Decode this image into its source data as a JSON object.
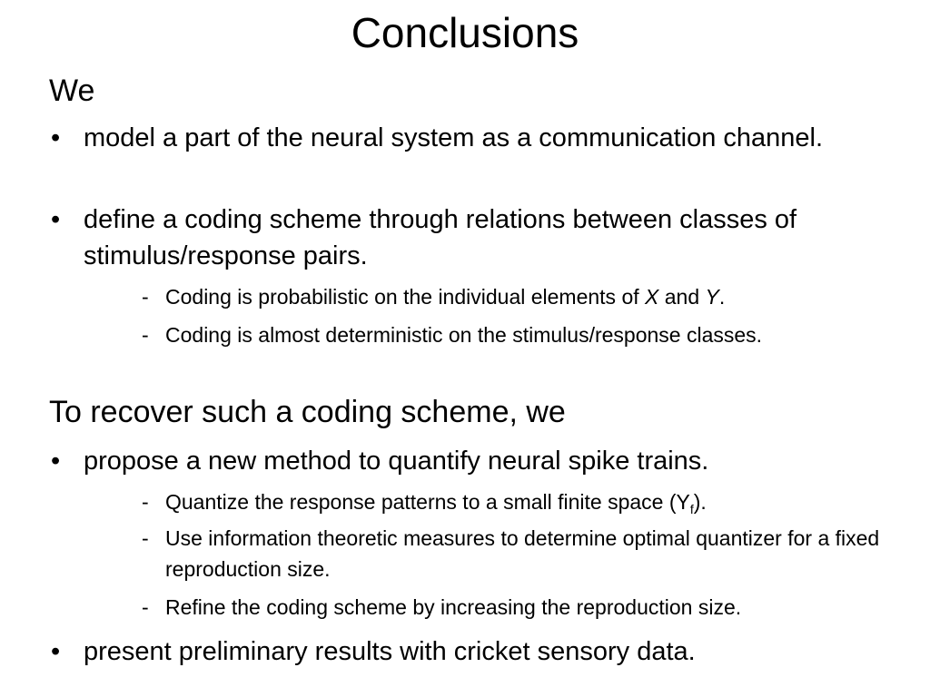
{
  "slide": {
    "title": "Conclusions",
    "section1": {
      "heading": "We",
      "bullets": [
        {
          "mark": "•",
          "text": "model a part of the neural system as a communication channel."
        },
        {
          "mark": "•",
          "text": "define a coding scheme through relations between classes of stimulus/response pairs."
        }
      ],
      "subbullets": [
        {
          "mark": "-",
          "pre": "Coding is probabilistic on the individual elements of ",
          "var1": "X",
          "mid": " and ",
          "var2": "Y",
          "post": "."
        },
        {
          "mark": "-",
          "text": "Coding is almost deterministic on the stimulus/response classes."
        }
      ]
    },
    "section2": {
      "heading": "To recover such a coding scheme, we",
      "bullets": [
        {
          "mark": "•",
          "text": "propose a new method to quantify neural spike trains."
        },
        {
          "mark": "•",
          "text": "present preliminary results with cricket sensory data."
        }
      ],
      "subbullets": [
        {
          "mark": "-",
          "pre": "Quantize the response patterns to a small finite space (Y",
          "sub": "f",
          "post": ")."
        },
        {
          "mark": "-",
          "text": "Use information theoretic measures to determine optimal quantizer for a fixed reproduction size."
        },
        {
          "mark": "-",
          "text": "Refine the coding scheme by increasing the reproduction size."
        }
      ]
    }
  }
}
